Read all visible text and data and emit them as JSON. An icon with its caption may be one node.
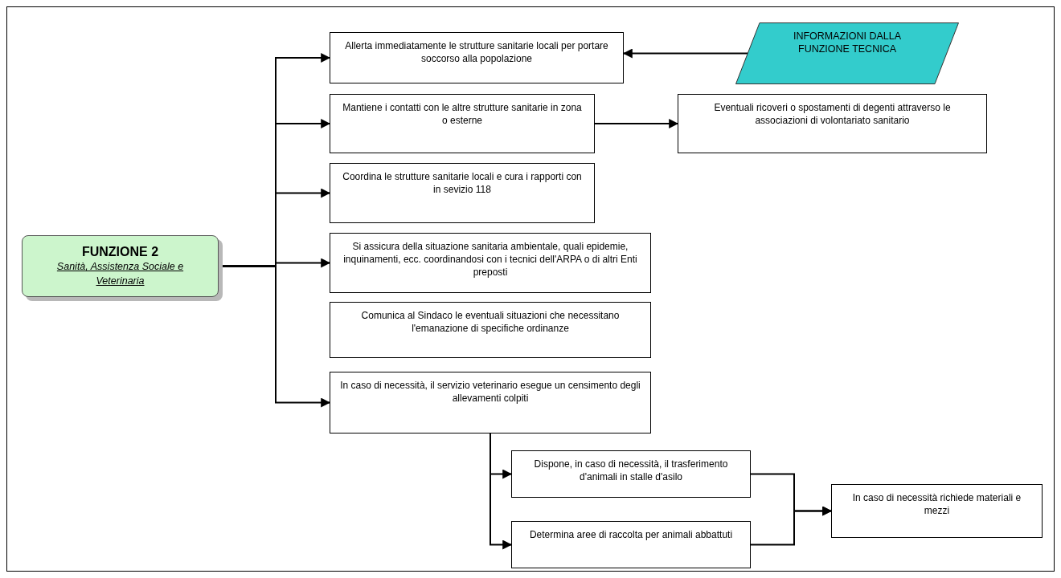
{
  "diagram": {
    "nodes": [
      {
        "text": [
          "FUNZIONE 2",
          "Sanità, Assistenza Sociale e Veterinaria"
        ]
      },
      {
        "text": [
          "Allerta immediatamente le strutture sanitarie locali per portare soccorso alla popolazione"
        ]
      },
      {
        "text": [
          "INFORMAZIONI DALLA FUNZIONE TECNICA"
        ]
      },
      {
        "text": [
          "Mantiene i contatti con le altre strutture sanitarie in zona o esterne"
        ]
      },
      {
        "text": [
          "Eventuali ricoveri o spostamenti di degenti attraverso le associazioni di volontariato sanitario"
        ]
      },
      {
        "text": [
          "Coordina le strutture sanitarie locali e cura i rapporti con in sevizio 118"
        ]
      },
      {
        "text": [
          "Si assicura della situazione sanitaria ambientale, quali epidemie, inquinamenti, ecc. coordinandosi con i tecnici dell'ARPA o di altri Enti preposti"
        ]
      },
      {
        "text": [
          "Comunica al Sindaco le eventuali situazioni che necessitano l'emanazione di specifiche ordinanze"
        ]
      },
      {
        "text": [
          "In caso di necessità, il servizio veterinario esegue un censimento degli allevamenti colpiti"
        ]
      },
      {
        "text": [
          "Dispone, in caso di necessità, il trasferimento d'animali in stalle d'asilo"
        ]
      },
      {
        "text": [
          "Determina aree di raccolta per animali abbattuti"
        ]
      },
      {
        "text": [
          "In caso di necessità richiede materiali e mezzi"
        ]
      }
    ],
    "edges": [
      {
        "from": 0,
        "to": 1,
        "arrow": "to"
      },
      {
        "from": 0,
        "to": 3,
        "arrow": "to"
      },
      {
        "from": 0,
        "to": 5,
        "arrow": "to"
      },
      {
        "from": 0,
        "to": 6,
        "arrow": "to"
      },
      {
        "from": 0,
        "to": 8,
        "arrow": "to"
      },
      {
        "from": 2,
        "to": 1,
        "arrow": "to"
      },
      {
        "from": 3,
        "to": 4,
        "arrow": "to"
      },
      {
        "from": 8,
        "to": 9,
        "arrow": "to"
      },
      {
        "from": 8,
        "to": 10,
        "arrow": "to"
      },
      {
        "from": 9,
        "to": 11,
        "arrow": "to"
      },
      {
        "from": 10,
        "to": 11,
        "arrow": "to"
      }
    ]
  }
}
